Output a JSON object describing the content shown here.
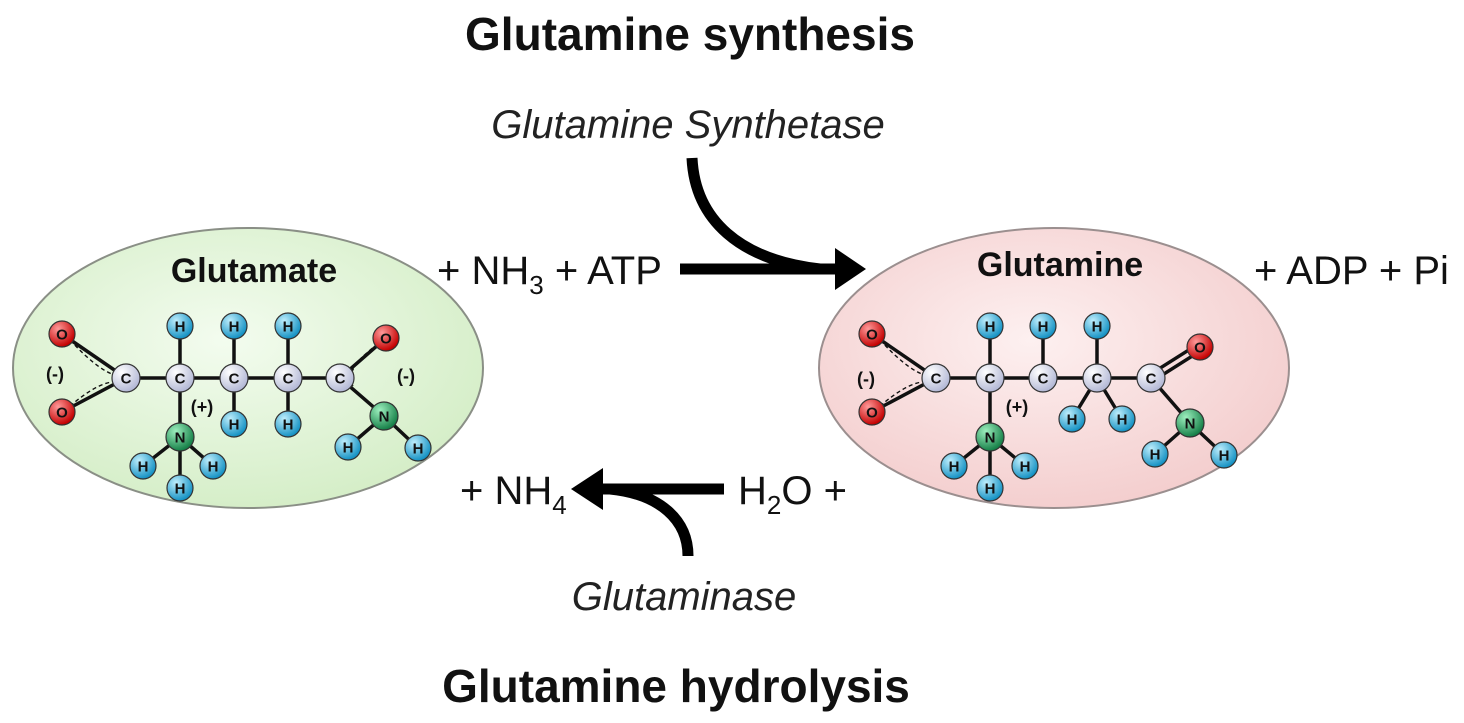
{
  "titles": {
    "top": "Glutamine synthesis",
    "bottom": "Glutamine hydrolysis"
  },
  "enzymes": {
    "synthesis": "Glutamine Synthetase",
    "hydrolysis": "Glutaminase"
  },
  "reagents": {
    "synthesis_in": {
      "prefix": "+ NH",
      "sub": "3",
      "suffix": " + ATP"
    },
    "synthesis_out": "+ ADP + Pi",
    "hydrolysis_in": {
      "prefix": "H",
      "sub": "2",
      "suffix": "O +"
    },
    "hydrolysis_out": {
      "prefix": "+ NH",
      "sub": "4"
    }
  },
  "molecules": {
    "left": {
      "name": "Glutamate",
      "fill": "#e6f6dd"
    },
    "right": {
      "name": "Glutamine",
      "fill": "#f9dede"
    }
  },
  "atoms": {
    "carbon": "C",
    "hydrogen": "H",
    "oxygen": "O",
    "nitrogen": "N"
  },
  "charges": {
    "negative": "(-)",
    "positive": "(+)"
  },
  "colors": {
    "carbon": "#c8cde6",
    "hydrogen": "#2aa8d8",
    "oxygen": "#d81b1b",
    "nitrogen": "#1f9a5a"
  }
}
